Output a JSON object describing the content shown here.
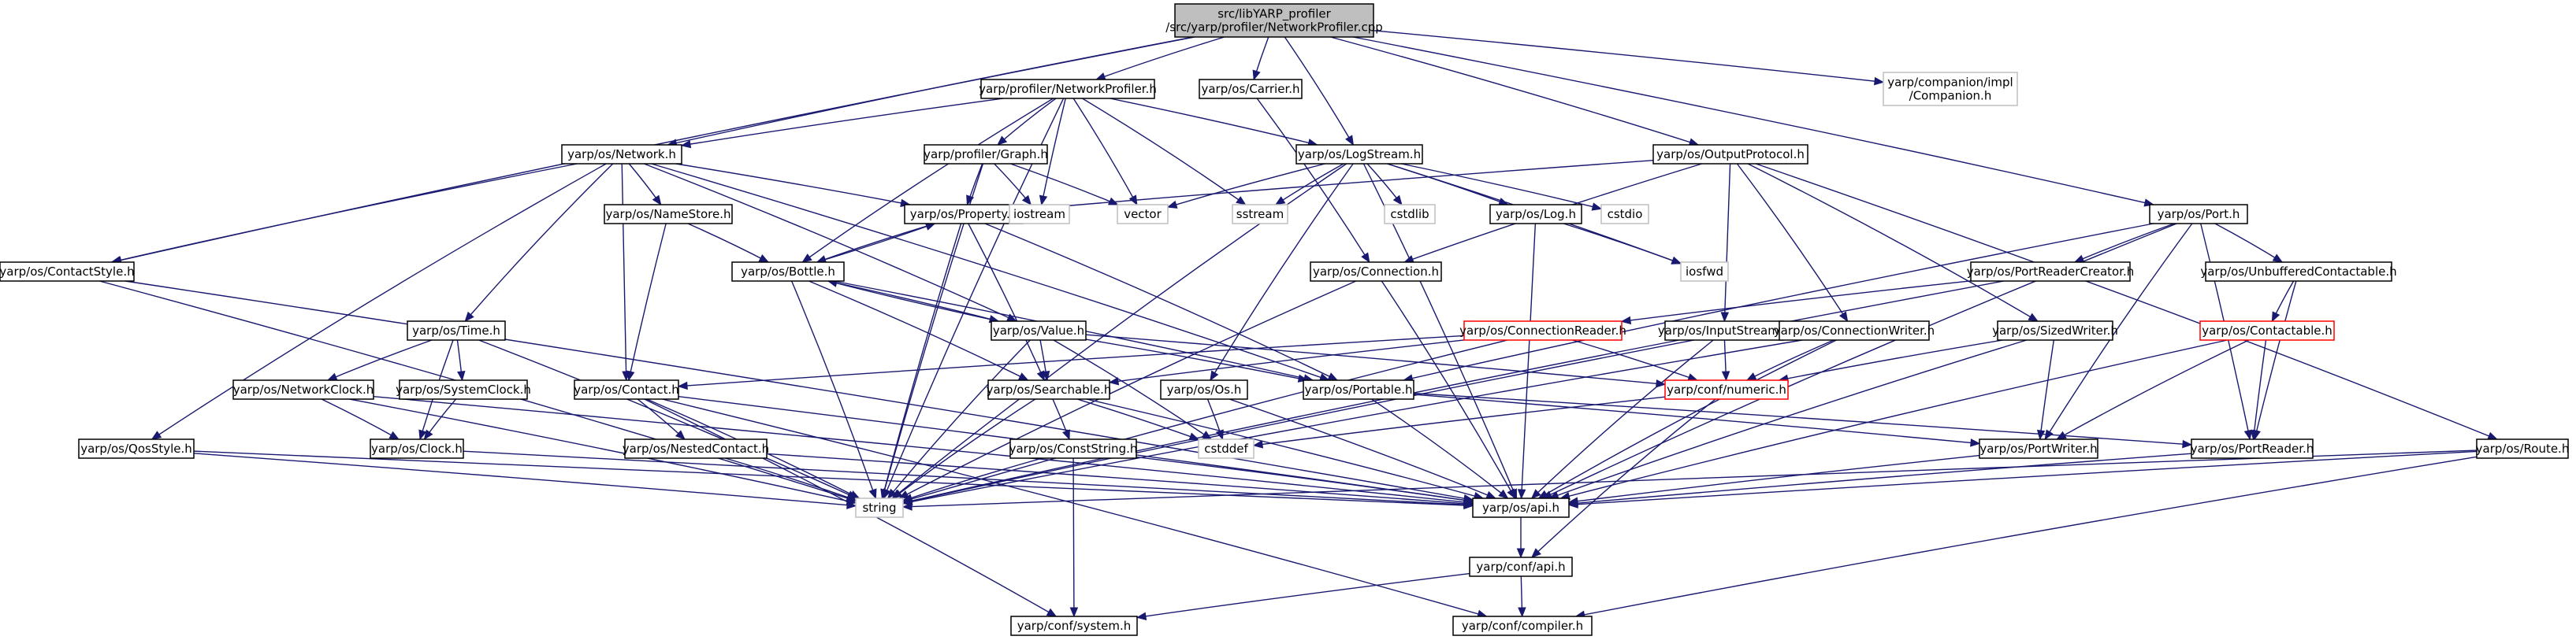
{
  "colors": {
    "edge": "#191970",
    "node_border": "#000000",
    "node_border_truncated": "#ff0000",
    "external_border": "#bfbfbf",
    "root_fill": "#bfbfbf",
    "node_fill": "#ffffff",
    "text": "#000000"
  },
  "nodes": [
    {
      "id": "root",
      "kind": "root",
      "lines": [
        "src/libYARP_profiler",
        "/src/yarp/profiler/NetworkProfiler.cpp"
      ]
    },
    {
      "id": "networkprofiler_h",
      "kind": "normal",
      "lines": [
        "yarp/profiler/NetworkProfiler.h"
      ]
    },
    {
      "id": "carrier_h",
      "kind": "normal",
      "lines": [
        "yarp/os/Carrier.h"
      ]
    },
    {
      "id": "companion_h",
      "kind": "external",
      "lines": [
        "yarp/companion/impl",
        "/Companion.h"
      ]
    },
    {
      "id": "network_h",
      "kind": "normal",
      "lines": [
        "yarp/os/Network.h"
      ]
    },
    {
      "id": "graph_h",
      "kind": "normal",
      "lines": [
        "yarp/profiler/Graph.h"
      ]
    },
    {
      "id": "logstream_h",
      "kind": "normal",
      "lines": [
        "yarp/os/LogStream.h"
      ]
    },
    {
      "id": "outputprotocol_h",
      "kind": "normal",
      "lines": [
        "yarp/os/OutputProtocol.h"
      ]
    },
    {
      "id": "namestore_h",
      "kind": "normal",
      "lines": [
        "yarp/os/NameStore.h"
      ]
    },
    {
      "id": "property_h",
      "kind": "normal",
      "lines": [
        "yarp/os/Property.h"
      ]
    },
    {
      "id": "iostream",
      "kind": "external",
      "lines": [
        "iostream"
      ]
    },
    {
      "id": "vector",
      "kind": "external",
      "lines": [
        "vector"
      ]
    },
    {
      "id": "sstream",
      "kind": "external",
      "lines": [
        "sstream"
      ]
    },
    {
      "id": "cstdlib",
      "kind": "external",
      "lines": [
        "cstdlib"
      ]
    },
    {
      "id": "log_h",
      "kind": "normal",
      "lines": [
        "yarp/os/Log.h"
      ]
    },
    {
      "id": "cstdio",
      "kind": "external",
      "lines": [
        "cstdio"
      ]
    },
    {
      "id": "port_h",
      "kind": "normal",
      "lines": [
        "yarp/os/Port.h"
      ]
    },
    {
      "id": "contactstyle_h",
      "kind": "normal",
      "lines": [
        "yarp/os/ContactStyle.h"
      ]
    },
    {
      "id": "bottle_h",
      "kind": "normal",
      "lines": [
        "yarp/os/Bottle.h"
      ]
    },
    {
      "id": "connection_h",
      "kind": "normal",
      "lines": [
        "yarp/os/Connection.h"
      ]
    },
    {
      "id": "iosfwd",
      "kind": "external",
      "lines": [
        "iosfwd"
      ]
    },
    {
      "id": "portreadercreator_h",
      "kind": "normal",
      "lines": [
        "yarp/os/PortReaderCreator.h"
      ]
    },
    {
      "id": "unbuffered_h",
      "kind": "normal",
      "lines": [
        "yarp/os/UnbufferedContactable.h"
      ]
    },
    {
      "id": "time_h",
      "kind": "normal",
      "lines": [
        "yarp/os/Time.h"
      ]
    },
    {
      "id": "value_h",
      "kind": "normal",
      "lines": [
        "yarp/os/Value.h"
      ]
    },
    {
      "id": "connectionreader_h",
      "kind": "truncated",
      "lines": [
        "yarp/os/ConnectionReader.h"
      ]
    },
    {
      "id": "inputstream_h",
      "kind": "normal",
      "lines": [
        "yarp/os/InputStream.h"
      ]
    },
    {
      "id": "connectionwriter_h",
      "kind": "normal",
      "lines": [
        "yarp/os/ConnectionWriter.h"
      ]
    },
    {
      "id": "sizedwriter_h",
      "kind": "normal",
      "lines": [
        "yarp/os/SizedWriter.h"
      ]
    },
    {
      "id": "contactable_h",
      "kind": "truncated",
      "lines": [
        "yarp/os/Contactable.h"
      ]
    },
    {
      "id": "networkclock_h",
      "kind": "normal",
      "lines": [
        "yarp/os/NetworkClock.h"
      ]
    },
    {
      "id": "systemclock_h",
      "kind": "normal",
      "lines": [
        "yarp/os/SystemClock.h"
      ]
    },
    {
      "id": "contact_h",
      "kind": "normal",
      "lines": [
        "yarp/os/Contact.h"
      ]
    },
    {
      "id": "searchable_h",
      "kind": "normal",
      "lines": [
        "yarp/os/Searchable.h"
      ]
    },
    {
      "id": "os_h",
      "kind": "normal",
      "lines": [
        "yarp/os/Os.h"
      ]
    },
    {
      "id": "portable_h",
      "kind": "normal",
      "lines": [
        "yarp/os/Portable.h"
      ]
    },
    {
      "id": "numeric_h",
      "kind": "truncated",
      "lines": [
        "yarp/conf/numeric.h"
      ]
    },
    {
      "id": "qosstyle_h",
      "kind": "normal",
      "lines": [
        "yarp/os/QosStyle.h"
      ]
    },
    {
      "id": "clock_h",
      "kind": "normal",
      "lines": [
        "yarp/os/Clock.h"
      ]
    },
    {
      "id": "nestedcontact_h",
      "kind": "normal",
      "lines": [
        "yarp/os/NestedContact.h"
      ]
    },
    {
      "id": "conststring_h",
      "kind": "normal",
      "lines": [
        "yarp/os/ConstString.h"
      ]
    },
    {
      "id": "cstddef",
      "kind": "external",
      "lines": [
        "cstddef"
      ]
    },
    {
      "id": "portwriter_h",
      "kind": "normal",
      "lines": [
        "yarp/os/PortWriter.h"
      ]
    },
    {
      "id": "portreader_h",
      "kind": "normal",
      "lines": [
        "yarp/os/PortReader.h"
      ]
    },
    {
      "id": "route_h",
      "kind": "normal",
      "lines": [
        "yarp/os/Route.h"
      ]
    },
    {
      "id": "string",
      "kind": "external",
      "lines": [
        "string"
      ]
    },
    {
      "id": "api_h",
      "kind": "normal",
      "lines": [
        "yarp/os/api.h"
      ]
    },
    {
      "id": "confapi_h",
      "kind": "normal",
      "lines": [
        "yarp/conf/api.h"
      ]
    },
    {
      "id": "system_h",
      "kind": "normal",
      "lines": [
        "yarp/conf/system.h"
      ]
    },
    {
      "id": "compiler_h",
      "kind": "normal",
      "lines": [
        "yarp/conf/compiler.h"
      ]
    }
  ],
  "edges": [
    [
      "root",
      "networkprofiler_h"
    ],
    [
      "root",
      "carrier_h"
    ],
    [
      "root",
      "companion_h"
    ],
    [
      "root",
      "network_h"
    ],
    [
      "root",
      "logstream_h"
    ],
    [
      "root",
      "outputprotocol_h"
    ],
    [
      "root",
      "port_h"
    ],
    [
      "root",
      "contactstyle_h"
    ],
    [
      "networkprofiler_h",
      "network_h"
    ],
    [
      "networkprofiler_h",
      "graph_h"
    ],
    [
      "networkprofiler_h",
      "logstream_h"
    ],
    [
      "networkprofiler_h",
      "iostream"
    ],
    [
      "networkprofiler_h",
      "vector"
    ],
    [
      "networkprofiler_h",
      "sstream"
    ],
    [
      "networkprofiler_h",
      "bottle_h"
    ],
    [
      "networkprofiler_h",
      "string"
    ],
    [
      "carrier_h",
      "connection_h"
    ],
    [
      "network_h",
      "contactstyle_h"
    ],
    [
      "network_h",
      "namestore_h"
    ],
    [
      "network_h",
      "property_h"
    ],
    [
      "network_h",
      "time_h"
    ],
    [
      "network_h",
      "contact_h"
    ],
    [
      "network_h",
      "value_h"
    ],
    [
      "network_h",
      "portable_h"
    ],
    [
      "network_h",
      "qosstyle_h"
    ],
    [
      "graph_h",
      "property_h"
    ],
    [
      "graph_h",
      "iostream"
    ],
    [
      "graph_h",
      "vector"
    ],
    [
      "graph_h",
      "string"
    ],
    [
      "logstream_h",
      "vector"
    ],
    [
      "logstream_h",
      "sstream"
    ],
    [
      "logstream_h",
      "cstdlib"
    ],
    [
      "logstream_h",
      "cstdio"
    ],
    [
      "logstream_h",
      "log_h"
    ],
    [
      "logstream_h",
      "iosfwd"
    ],
    [
      "logstream_h",
      "os_h"
    ],
    [
      "logstream_h",
      "api_h"
    ],
    [
      "logstream_h",
      "string"
    ],
    [
      "outputprotocol_h",
      "property_h"
    ],
    [
      "outputprotocol_h",
      "connection_h"
    ],
    [
      "outputprotocol_h",
      "inputstream_h"
    ],
    [
      "outputprotocol_h",
      "connectionwriter_h"
    ],
    [
      "outputprotocol_h",
      "sizedwriter_h"
    ],
    [
      "outputprotocol_h",
      "route_h"
    ],
    [
      "namestore_h",
      "bottle_h"
    ],
    [
      "namestore_h",
      "contact_h"
    ],
    [
      "property_h",
      "bottle_h"
    ],
    [
      "property_h",
      "searchable_h"
    ],
    [
      "property_h",
      "portable_h"
    ],
    [
      "property_h",
      "string"
    ],
    [
      "bottle_h",
      "property_h"
    ],
    [
      "bottle_h",
      "value_h"
    ],
    [
      "bottle_h",
      "searchable_h"
    ],
    [
      "bottle_h",
      "portable_h"
    ],
    [
      "bottle_h",
      "string"
    ],
    [
      "value_h",
      "bottle_h"
    ],
    [
      "value_h",
      "searchable_h"
    ],
    [
      "value_h",
      "portable_h"
    ],
    [
      "value_h",
      "numeric_h"
    ],
    [
      "value_h",
      "cstddef"
    ],
    [
      "value_h",
      "string"
    ],
    [
      "log_h",
      "iosfwd"
    ],
    [
      "log_h",
      "api_h"
    ],
    [
      "port_h",
      "portreadercreator_h"
    ],
    [
      "port_h",
      "unbuffered_h"
    ],
    [
      "port_h",
      "portable_h"
    ],
    [
      "port_h",
      "portwriter_h"
    ],
    [
      "port_h",
      "portreader_h"
    ],
    [
      "port_h",
      "api_h"
    ],
    [
      "contactstyle_h",
      "api_h"
    ],
    [
      "contactstyle_h",
      "string"
    ],
    [
      "connection_h",
      "api_h"
    ],
    [
      "connection_h",
      "string"
    ],
    [
      "portreadercreator_h",
      "connectionreader_h"
    ],
    [
      "portreadercreator_h",
      "string"
    ],
    [
      "unbuffered_h",
      "contactable_h"
    ],
    [
      "unbuffered_h",
      "portreader_h"
    ],
    [
      "time_h",
      "networkclock_h"
    ],
    [
      "time_h",
      "systemclock_h"
    ],
    [
      "time_h",
      "clock_h"
    ],
    [
      "time_h",
      "string"
    ],
    [
      "connectionreader_h",
      "contact_h"
    ],
    [
      "connectionreader_h",
      "searchable_h"
    ],
    [
      "connectionreader_h",
      "numeric_h"
    ],
    [
      "connectionreader_h",
      "string"
    ],
    [
      "inputstream_h",
      "numeric_h"
    ],
    [
      "inputstream_h",
      "api_h"
    ],
    [
      "inputstream_h",
      "string"
    ],
    [
      "connectionwriter_h",
      "numeric_h"
    ],
    [
      "connectionwriter_h",
      "api_h"
    ],
    [
      "connectionwriter_h",
      "string"
    ],
    [
      "sizedwriter_h",
      "numeric_h"
    ],
    [
      "sizedwriter_h",
      "portwriter_h"
    ],
    [
      "sizedwriter_h",
      "api_h"
    ],
    [
      "contactable_h",
      "portwriter_h"
    ],
    [
      "contactable_h",
      "portreader_h"
    ],
    [
      "contactable_h",
      "api_h"
    ],
    [
      "networkclock_h",
      "clock_h"
    ],
    [
      "networkclock_h",
      "api_h"
    ],
    [
      "networkclock_h",
      "string"
    ],
    [
      "systemclock_h",
      "clock_h"
    ],
    [
      "contact_h",
      "nestedcontact_h"
    ],
    [
      "contact_h",
      "api_h"
    ],
    [
      "contact_h",
      "string"
    ],
    [
      "contact_h",
      "system_h"
    ],
    [
      "contact_h",
      "compiler_h"
    ],
    [
      "searchable_h",
      "conststring_h"
    ],
    [
      "searchable_h",
      "cstddef"
    ],
    [
      "searchable_h",
      "api_h"
    ],
    [
      "searchable_h",
      "string"
    ],
    [
      "os_h",
      "cstddef"
    ],
    [
      "os_h",
      "api_h"
    ],
    [
      "portable_h",
      "portwriter_h"
    ],
    [
      "portable_h",
      "portreader_h"
    ],
    [
      "portable_h",
      "api_h"
    ],
    [
      "numeric_h",
      "cstddef"
    ],
    [
      "numeric_h",
      "confapi_h"
    ],
    [
      "qosstyle_h",
      "api_h"
    ],
    [
      "qosstyle_h",
      "string"
    ],
    [
      "clock_h",
      "api_h"
    ],
    [
      "nestedcontact_h",
      "api_h"
    ],
    [
      "nestedcontact_h",
      "string"
    ],
    [
      "conststring_h",
      "api_h"
    ],
    [
      "conststring_h",
      "string"
    ],
    [
      "conststring_h",
      "system_h"
    ],
    [
      "portwriter_h",
      "api_h"
    ],
    [
      "portreader_h",
      "api_h"
    ],
    [
      "route_h",
      "api_h"
    ],
    [
      "route_h",
      "string"
    ],
    [
      "route_h",
      "compiler_h"
    ],
    [
      "api_h",
      "confapi_h"
    ],
    [
      "confapi_h",
      "system_h"
    ],
    [
      "confapi_h",
      "compiler_h"
    ]
  ]
}
